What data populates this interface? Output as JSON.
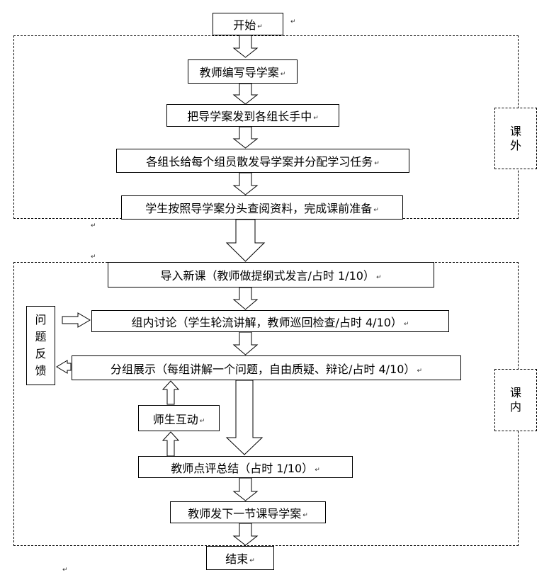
{
  "steps": {
    "start": "开始",
    "s1": "教师编写导学案",
    "s2": "把导学案发到各组长手中",
    "s3": "各组长给每个组员散发导学案并分配学习任务",
    "s4": "学生按照导学案分头查阅资料，完成课前准备",
    "s5": "导入新课（教师做提纲式发言/占时 1/10）",
    "s6": "组内讨论（学生轮流讲解，教师巡回检查/占时 4/10）",
    "s7": "分组展示（每组讲解一个问题，自由质疑、辩论/占时 4/10）",
    "interact": "师生互动",
    "s8": "教师点评总结（占时 1/10）",
    "s9": "教师发下一节课导学案",
    "end": "结束"
  },
  "feedback": {
    "chars": [
      "问",
      "题",
      "反",
      "馈"
    ]
  },
  "regions": {
    "outside_chars": [
      "课",
      "外"
    ],
    "inside_chars": [
      "课",
      "内"
    ]
  },
  "mark": "↵"
}
